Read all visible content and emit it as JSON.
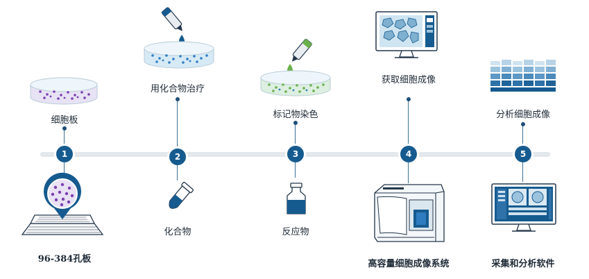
{
  "steps": [
    {
      "number": "1",
      "top_label": "细胞板",
      "bottom_label": "96-384孔板"
    },
    {
      "number": "2",
      "top_label": "用化合物治疗",
      "bottom_label": "化合物"
    },
    {
      "number": "3",
      "top_label": "标记物染色",
      "bottom_label": "反应物"
    },
    {
      "number": "4",
      "top_label": "获取细胞成像",
      "bottom_label": "高容量细胞成像系统"
    },
    {
      "number": "5",
      "top_label": "分析细胞成像",
      "bottom_label": "采集和分析软件"
    }
  ],
  "colors": {
    "primary": "#165b8f",
    "timeline": "#e3e8ec",
    "purple_dots": "#7b3fb0",
    "blue_dots": "#2f7cc0",
    "green_dots": "#6ab04c"
  }
}
